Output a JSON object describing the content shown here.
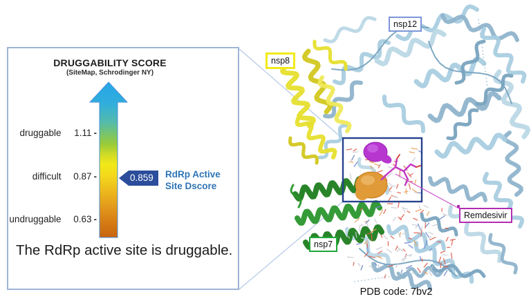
{
  "panel": {
    "title": "DRUGGABILITY SCORE",
    "subtitle": "(SiteMap, Schrodinger NY)",
    "tick": "-",
    "scale": [
      {
        "label": "druggable",
        "value": "1.11"
      },
      {
        "label": "difficult",
        "value": "0.87"
      },
      {
        "label": "undruggable",
        "value": "0.63"
      }
    ],
    "callout": {
      "score": "0.859",
      "label_line1": "RdRp Active",
      "label_line2": "Site Dscore"
    },
    "caption": "The RdRp active site is druggable."
  },
  "structure": {
    "labels": {
      "nsp12": "nsp12",
      "nsp8": "nsp8",
      "nsp7": "nsp7",
      "remdesivir": "Remdesivir"
    },
    "pdb_caption": "PDB code: 7bv2"
  },
  "colors": {
    "panel-border": "#9db4d6",
    "callout": "#2b4d9b",
    "callout-text": "#2e74b5",
    "nsp12": "#7c96d8",
    "nsp8": "#f2ea1b",
    "nsp7": "#1fa637",
    "remdesivir": "#b32cb3",
    "active-site-box": "#27418f",
    "gradient-top": "#25a5e8",
    "gradient-mid": "#f2e818",
    "gradient-bottom": "#c66410",
    "protein-blue": "#a9cde0",
    "protein-yellow": "#e6df2e",
    "protein-green": "#1e7d1e",
    "pocket-magenta": "#b636cf",
    "pocket-orange": "#e09a38"
  }
}
